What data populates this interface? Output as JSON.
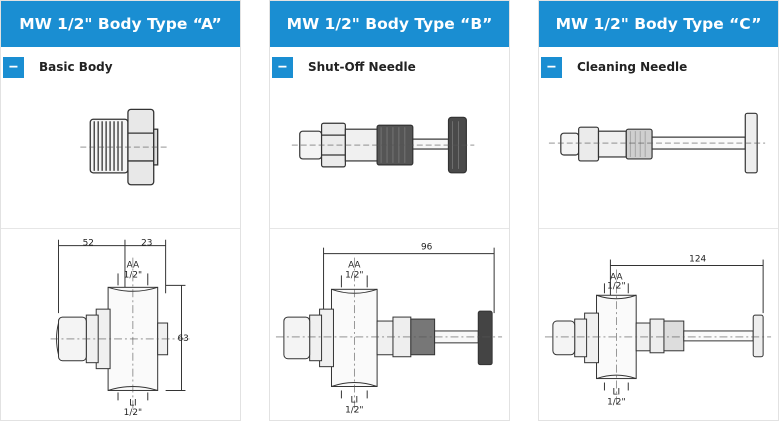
{
  "cards": [
    {
      "title": "MW 1/2\" Body Type “A”",
      "section_label": "Basic Body",
      "toggle_icon": "−",
      "drawing": {
        "dim_left": "52",
        "dim_right": "23",
        "dim_height": "63",
        "top_label_1": "AA",
        "top_label_2": "1/2\"",
        "bottom_label_1": "LI",
        "bottom_label_2": "1/2\""
      }
    },
    {
      "title": "MW 1/2\" Body Type “B”",
      "section_label": "Shut-Off Needle",
      "toggle_icon": "−",
      "drawing": {
        "dim_length": "96",
        "top_label_1": "AA",
        "top_label_2": "1/2\"",
        "bottom_label_1": "LI",
        "bottom_label_2": "1/2\""
      }
    },
    {
      "title": "MW 1/2\" Body Type “C”",
      "section_label": "Cleaning Needle",
      "toggle_icon": "−",
      "drawing": {
        "dim_length": "124",
        "top_label_1": "AA",
        "top_label_2": "1/2\"",
        "bottom_label_1": "LI",
        "bottom_label_2": "1/2\""
      }
    }
  ],
  "colors": {
    "header_bg": "#1a8ed2",
    "header_text": "#ffffff",
    "line": "#333333"
  }
}
